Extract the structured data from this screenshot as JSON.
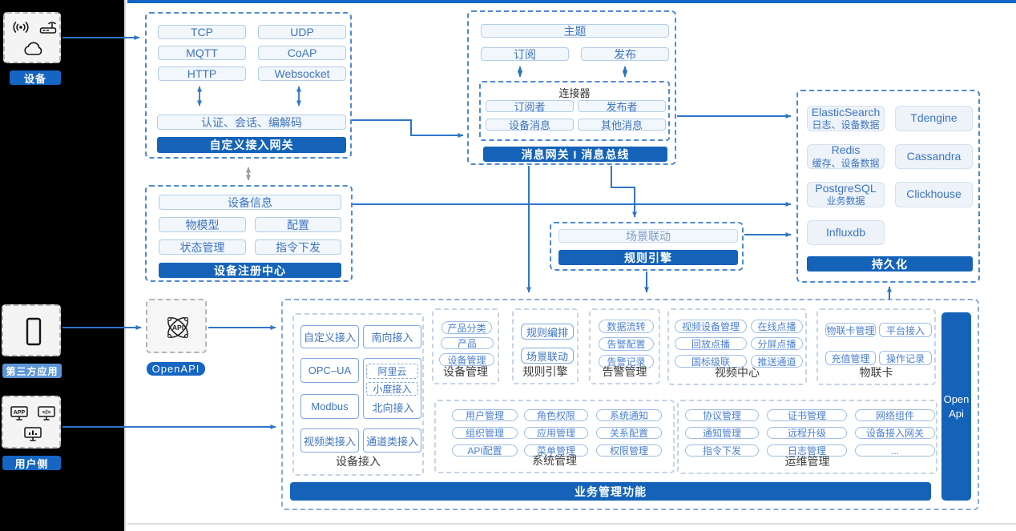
{
  "colors": {
    "bar_blue": "#1463b8",
    "accent_blue": "#2e75c8",
    "light_label_blue": "#5d96d8",
    "button_text_blue": "#3e74c2",
    "pill_text_blue": "#4a7fd1"
  },
  "icons": {
    "broadcast": "broadcast-icon",
    "router": "router-icon",
    "cloud": "cloud-icon",
    "phone": "phone-icon",
    "app_monitor": "app-monitor-icon",
    "code_monitor": "code-monitor-icon",
    "chart_monitor": "chart-monitor-icon",
    "api_atom": "api-atom-icon"
  },
  "left_rail": {
    "device": {
      "label": "设备"
    },
    "third_party": {
      "label": "第三方应用"
    },
    "user_side": {
      "label": "用户侧"
    }
  },
  "custom_gateway": {
    "protocols": [
      "TCP",
      "UDP",
      "MQTT",
      "CoAP",
      "HTTP",
      "Websocket"
    ],
    "session_bar": "认证、会话、编解码",
    "title": "自定义接入网关"
  },
  "registry": {
    "device_info": "设备信息",
    "items": [
      "物模型",
      "配置",
      "状态管理",
      "指令下发"
    ],
    "title": "设备注册中心"
  },
  "message_gateway": {
    "topic": "主题",
    "subscribe": "订阅",
    "publish": "发布",
    "connector": {
      "title": "连接器",
      "items": [
        "订阅者",
        "发布者",
        "设备消息",
        "其他消息"
      ]
    },
    "title": "消息网关 I 消息总线"
  },
  "persistence": {
    "stores": [
      {
        "name": "ElasticSearch",
        "sub": "日志、设备数据"
      },
      {
        "name": "Tdengine",
        "sub": ""
      },
      {
        "name": "Redis",
        "sub": "缓存、设备数据"
      },
      {
        "name": "Cassandra",
        "sub": ""
      },
      {
        "name": "PostgreSQL",
        "sub": "业务数据"
      },
      {
        "name": "Clickhouse",
        "sub": ""
      },
      {
        "name": "Influxdb",
        "sub": ""
      }
    ],
    "title": "持久化"
  },
  "rule_engine_mid": {
    "scene": "场景联动",
    "title": "规则引擎"
  },
  "openapi": {
    "label": "OpenAPI"
  },
  "business": {
    "title": "业务管理功能",
    "open_api": "Open Api",
    "device_access": {
      "title": "设备接入",
      "items": [
        "自定义接入",
        "南向接入",
        "OPC–UA",
        "Modbus",
        "视频类接入",
        "通道类接入"
      ],
      "north": {
        "label": "北向接入",
        "sub_items": [
          "阿里云",
          "小度接入"
        ]
      }
    },
    "device_mgmt": {
      "title": "设备管理",
      "items": [
        "产品分类",
        "产品",
        "设备管理"
      ]
    },
    "rule_engine": {
      "title": "规则引擎",
      "items": [
        "规则编排",
        "场景联动"
      ]
    },
    "alarm_mgmt": {
      "title": "告警管理",
      "items": [
        "数据流转",
        "告警配置",
        "告警记录"
      ]
    },
    "video_center": {
      "title": "视频中心",
      "items": [
        "视频设备管理",
        "在线点播",
        "回放点播",
        "分屏点播",
        "国标级联",
        "推送通道"
      ]
    },
    "iot_card": {
      "title": "物联卡",
      "items": [
        "物联卡管理",
        "平台接入",
        "充值管理",
        "操作记录"
      ]
    },
    "system_mgmt": {
      "title": "系统管理",
      "items": [
        "用户管理",
        "角色权限",
        "系统通知",
        "组织管理",
        "应用管理",
        "关系配置",
        "API配置",
        "菜单管理",
        "权限管理"
      ]
    },
    "ops_mgmt": {
      "title": "运维管理",
      "items": [
        "协议管理",
        "证书管理",
        "网络组件",
        "通知管理",
        "远程升级",
        "设备接入网关",
        "指令下发",
        "日志管理",
        "..."
      ]
    }
  }
}
